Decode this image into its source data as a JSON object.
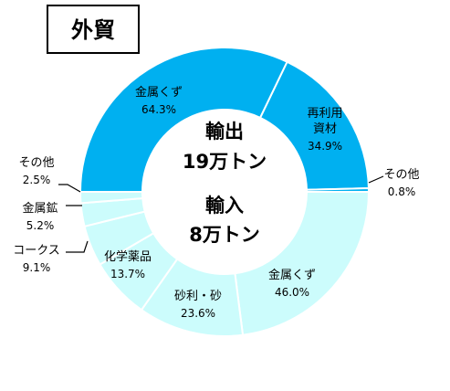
{
  "chart_data": {
    "type": "pie",
    "title": "外貿",
    "colors": {
      "export": "#00b0f0",
      "import": "#ccfcfc",
      "edge": "#ffffff",
      "title_border": "#000000",
      "text": "#000000",
      "leader": "#000000"
    },
    "export": {
      "title_line1": "輸出",
      "title_line2": "19万トン",
      "segments": [
        {
          "label": "金属くず",
          "percent_text": "64.3%",
          "value": 64.3
        },
        {
          "label": "再利用資材",
          "percent_text": "34.9%",
          "value": 34.9
        },
        {
          "label": "その他",
          "percent_text": "0.8%",
          "value": 0.8
        }
      ]
    },
    "import": {
      "title_line1": "輸入",
      "title_line2": "8万トン",
      "segments": [
        {
          "label": "金属くず",
          "percent_text": "46.0%",
          "value": 46.0
        },
        {
          "label": "砂利・砂",
          "percent_text": "23.6%",
          "value": 23.6
        },
        {
          "label": "化学薬品",
          "percent_text": "13.7%",
          "value": 13.7
        },
        {
          "label": "コークス",
          "percent_text": "9.1%",
          "value": 9.1
        },
        {
          "label": "金属鉱",
          "percent_text": "5.2%",
          "value": 5.2
        },
        {
          "label": "その他",
          "percent_text": "2.5%",
          "value": 2.5
        }
      ]
    }
  }
}
